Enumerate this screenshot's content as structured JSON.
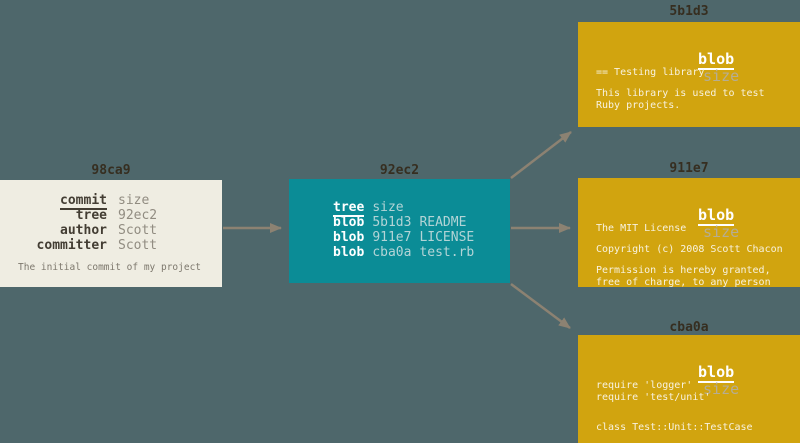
{
  "colors": {
    "background": "#4e676b",
    "commit_box": "#efede2",
    "tree_box": "#0b8c96",
    "blob_box": "#d1a40f",
    "label_text": "#362e20",
    "arrow": "#8c8272"
  },
  "commit": {
    "label": "98ca9",
    "rows": [
      {
        "key": "commit",
        "value": "size"
      },
      {
        "key": "tree",
        "value": "92ec2"
      },
      {
        "key": "author",
        "value": "Scott"
      },
      {
        "key": "committer",
        "value": "Scott"
      }
    ],
    "message": "The initial commit of my project"
  },
  "tree": {
    "label": "92ec2",
    "header": {
      "key": "tree",
      "value": "size"
    },
    "entries": [
      {
        "type": "blob",
        "hash": "5b1d3",
        "name": "README"
      },
      {
        "type": "blob",
        "hash": "911e7",
        "name": "LICENSE"
      },
      {
        "type": "blob",
        "hash": "cba0a",
        "name": "test.rb"
      }
    ]
  },
  "blobs": [
    {
      "label": "5b1d3",
      "keyword": "blob",
      "size_label": "size",
      "lines": [
        "== Testing library",
        "",
        "This library is used to test",
        "Ruby projects."
      ]
    },
    {
      "label": "911e7",
      "keyword": "blob",
      "size_label": "size",
      "lines": [
        "The MIT License",
        "",
        "Copyright (c) 2008 Scott Chacon",
        "",
        "Permission is hereby granted,",
        "free of charge, to any person"
      ]
    },
    {
      "label": "cba0a",
      "keyword": "blob",
      "size_label": "size",
      "lines": [
        "require 'logger'",
        "require 'test/unit'",
        "",
        "",
        "class Test::Unit::TestCase"
      ]
    }
  ]
}
